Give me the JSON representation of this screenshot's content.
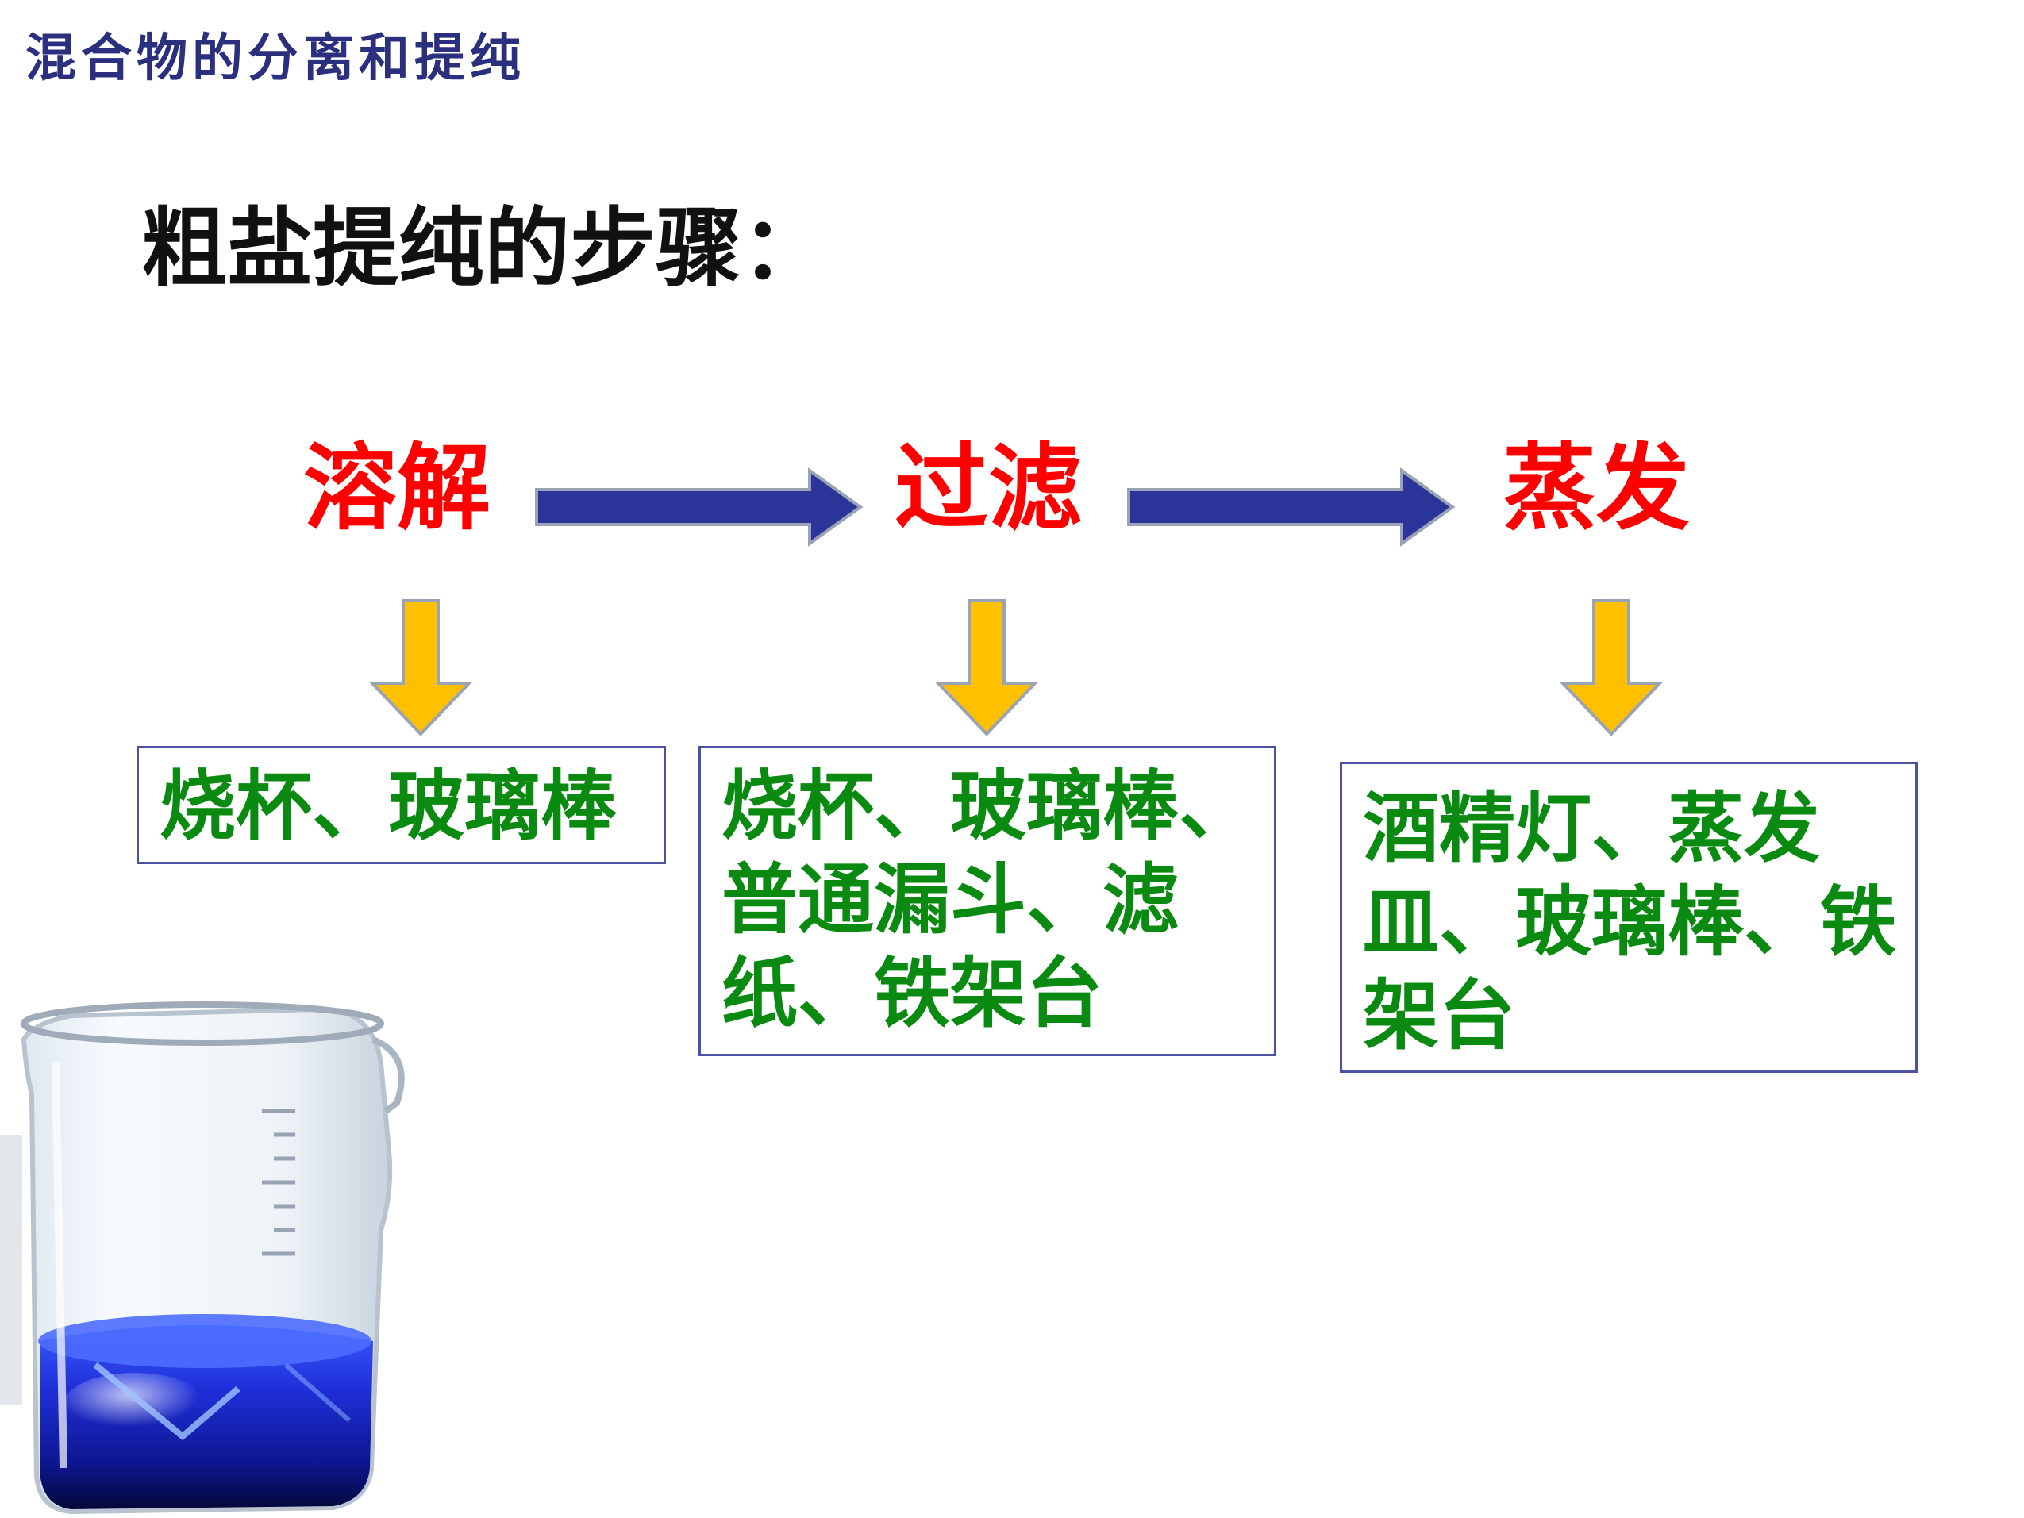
{
  "slide": {
    "corner_title": "混合物的分离和提纯",
    "heading": "粗盐提纯的步骤：",
    "steps": [
      {
        "label": "溶解",
        "tools": "烧杯、玻璃棒"
      },
      {
        "label": "过滤",
        "tools": "烧杯、玻璃棒、普通漏斗、滤纸、铁架台"
      },
      {
        "label": "蒸发",
        "tools": "酒精灯、蒸发皿、玻璃棒、铁架台"
      }
    ]
  },
  "colors": {
    "corner_title": "#2a2f7e",
    "heading": "#111111",
    "step_label": "#ff0000",
    "tool_text": "#0b8a12",
    "box_border": "#4b52a0",
    "h_arrow": "#2b3599",
    "v_arrow": "#ffc000"
  },
  "icons": {
    "h_arrow": "right-arrow-icon",
    "v_arrow": "down-arrow-icon",
    "picture": "glass-beaker-with-blue-liquid"
  }
}
